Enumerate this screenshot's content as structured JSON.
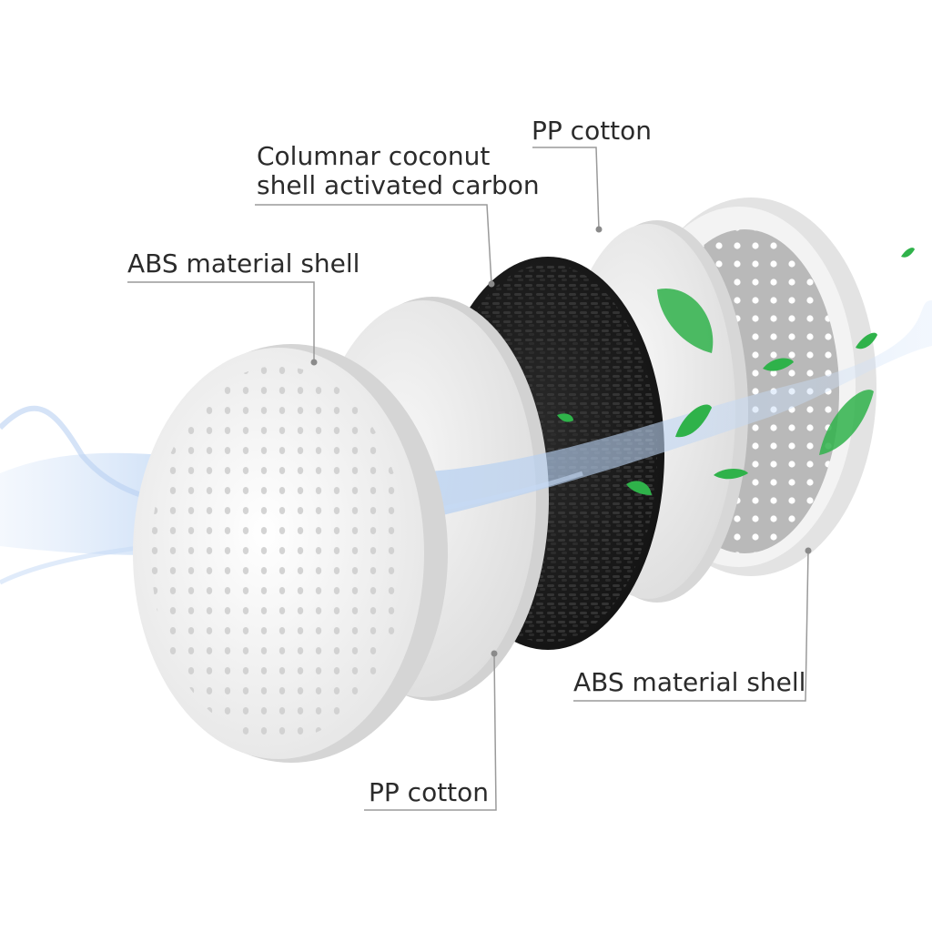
{
  "labels": {
    "pp_cotton_top": "PP cotton",
    "carbon_line1": "Columnar coconut",
    "carbon_line2": "shell activated carbon",
    "abs_shell_left": "ABS material shell",
    "abs_shell_right": "ABS material shell",
    "pp_cotton_bottom": "PP cotton"
  },
  "colors": {
    "shell": "#f1f1f1",
    "shell_edge": "#d9d9d9",
    "cotton": "#ececec",
    "carbon": "#1b1b1b",
    "water": "#a9c8f0",
    "leaf": "#2fb24a",
    "leader": "#9a9a9a",
    "text": "#2b2b2b"
  }
}
